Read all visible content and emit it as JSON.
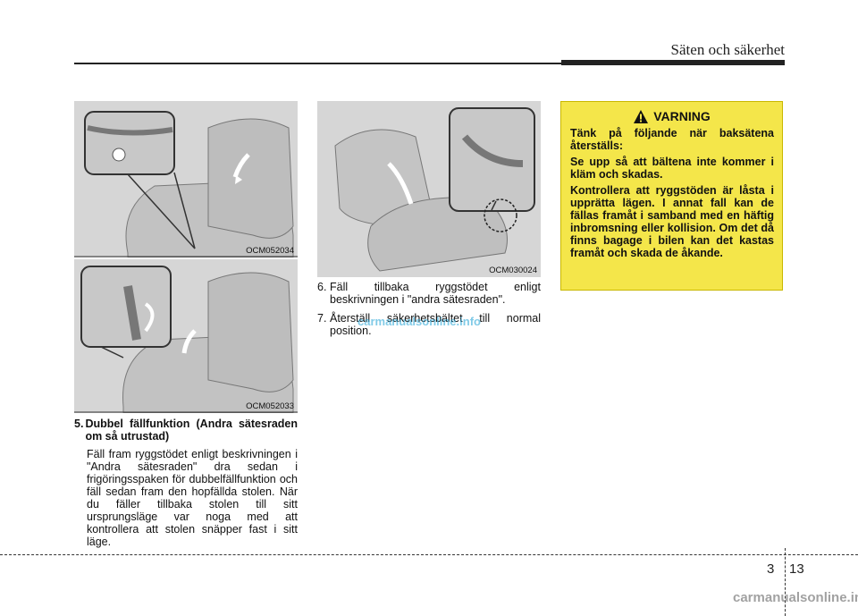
{
  "header": {
    "section_title": "Säten och säkerhet"
  },
  "figures": [
    {
      "code": "OCM052034"
    },
    {
      "code": "OCM052033"
    },
    {
      "code": "OCM030024"
    }
  ],
  "step5": {
    "number": "5.",
    "title": "Dubbel fällfunktion (Andra sätesraden om så utrustad)",
    "body": "Fäll fram ryggstödet enligt beskrivningen i \"Andra sätesraden\" dra sedan i frigöringsspaken för dubbelfällfunktion och fäll sedan fram den hopfällda stolen. När du fäller tillbaka stolen till sitt ursprungsläge var noga med att kontrollera att stolen snäpper fast i sitt läge."
  },
  "step6": {
    "number": "6.",
    "text": "Fäll tillbaka ryggstödet enligt beskrivningen i \"andra sätesraden\"."
  },
  "step7": {
    "number": "7.",
    "text": "Återställ säkerhetsbältet till normal position."
  },
  "warning": {
    "title": "VARNING",
    "paragraphs": [
      "Tänk på följande när baksätena återställs:",
      "Se upp så att bältena inte kommer i kläm och skadas.",
      "Kontrollera att ryggstöden är låsta i upprätta lägen. I annat fall kan de fällas framåt i samband med en häftig inbromsning eller kollision. Om det då finns bagage i bilen kan det kastas framåt och skada de åkande."
    ]
  },
  "page": {
    "chapter": "3",
    "page": "13"
  },
  "watermark": "carmanualsonline.info",
  "inline_watermark": "carmanualsonline.info"
}
